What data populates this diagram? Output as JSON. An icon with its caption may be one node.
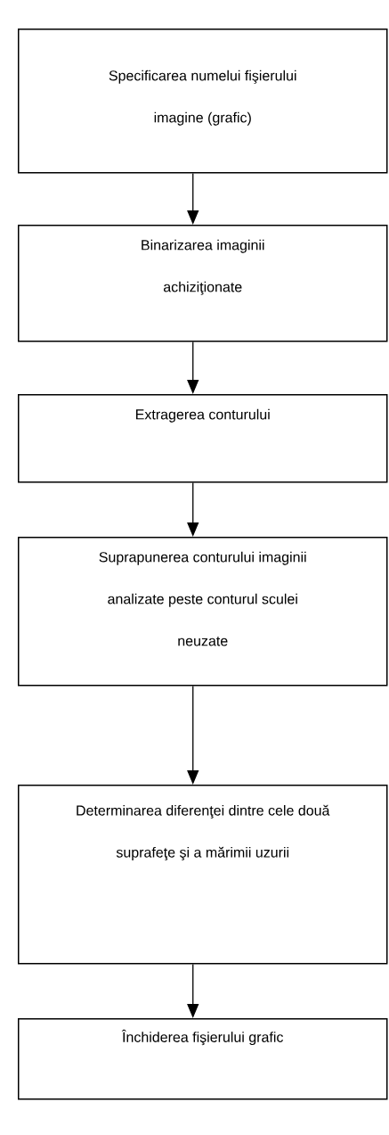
{
  "diagram": {
    "nodes": [
      {
        "text": [
          "Specificarea numelui fişierului imagine (grafic)"
        ]
      },
      {
        "text": [
          "Binarizarea imaginii achiziţionate"
        ]
      },
      {
        "text": [
          "Extragerea conturului"
        ]
      },
      {
        "text": [
          "Suprapunerea conturului imaginii analizate peste conturul sculei neuzate"
        ]
      },
      {
        "text": [
          "Determinarea diferenţei dintre cele două suprafeţe şi a mărimii uzurii"
        ]
      },
      {
        "text": [
          "Închiderea fişierului grafic"
        ]
      }
    ],
    "edges": [
      {
        "from": 0,
        "to": 1,
        "arrow": "to"
      },
      {
        "from": 1,
        "to": 2,
        "arrow": "to"
      },
      {
        "from": 2,
        "to": 3,
        "arrow": "to"
      },
      {
        "from": 3,
        "to": 4,
        "arrow": "to"
      },
      {
        "from": 4,
        "to": 5,
        "arrow": "to"
      }
    ]
  }
}
